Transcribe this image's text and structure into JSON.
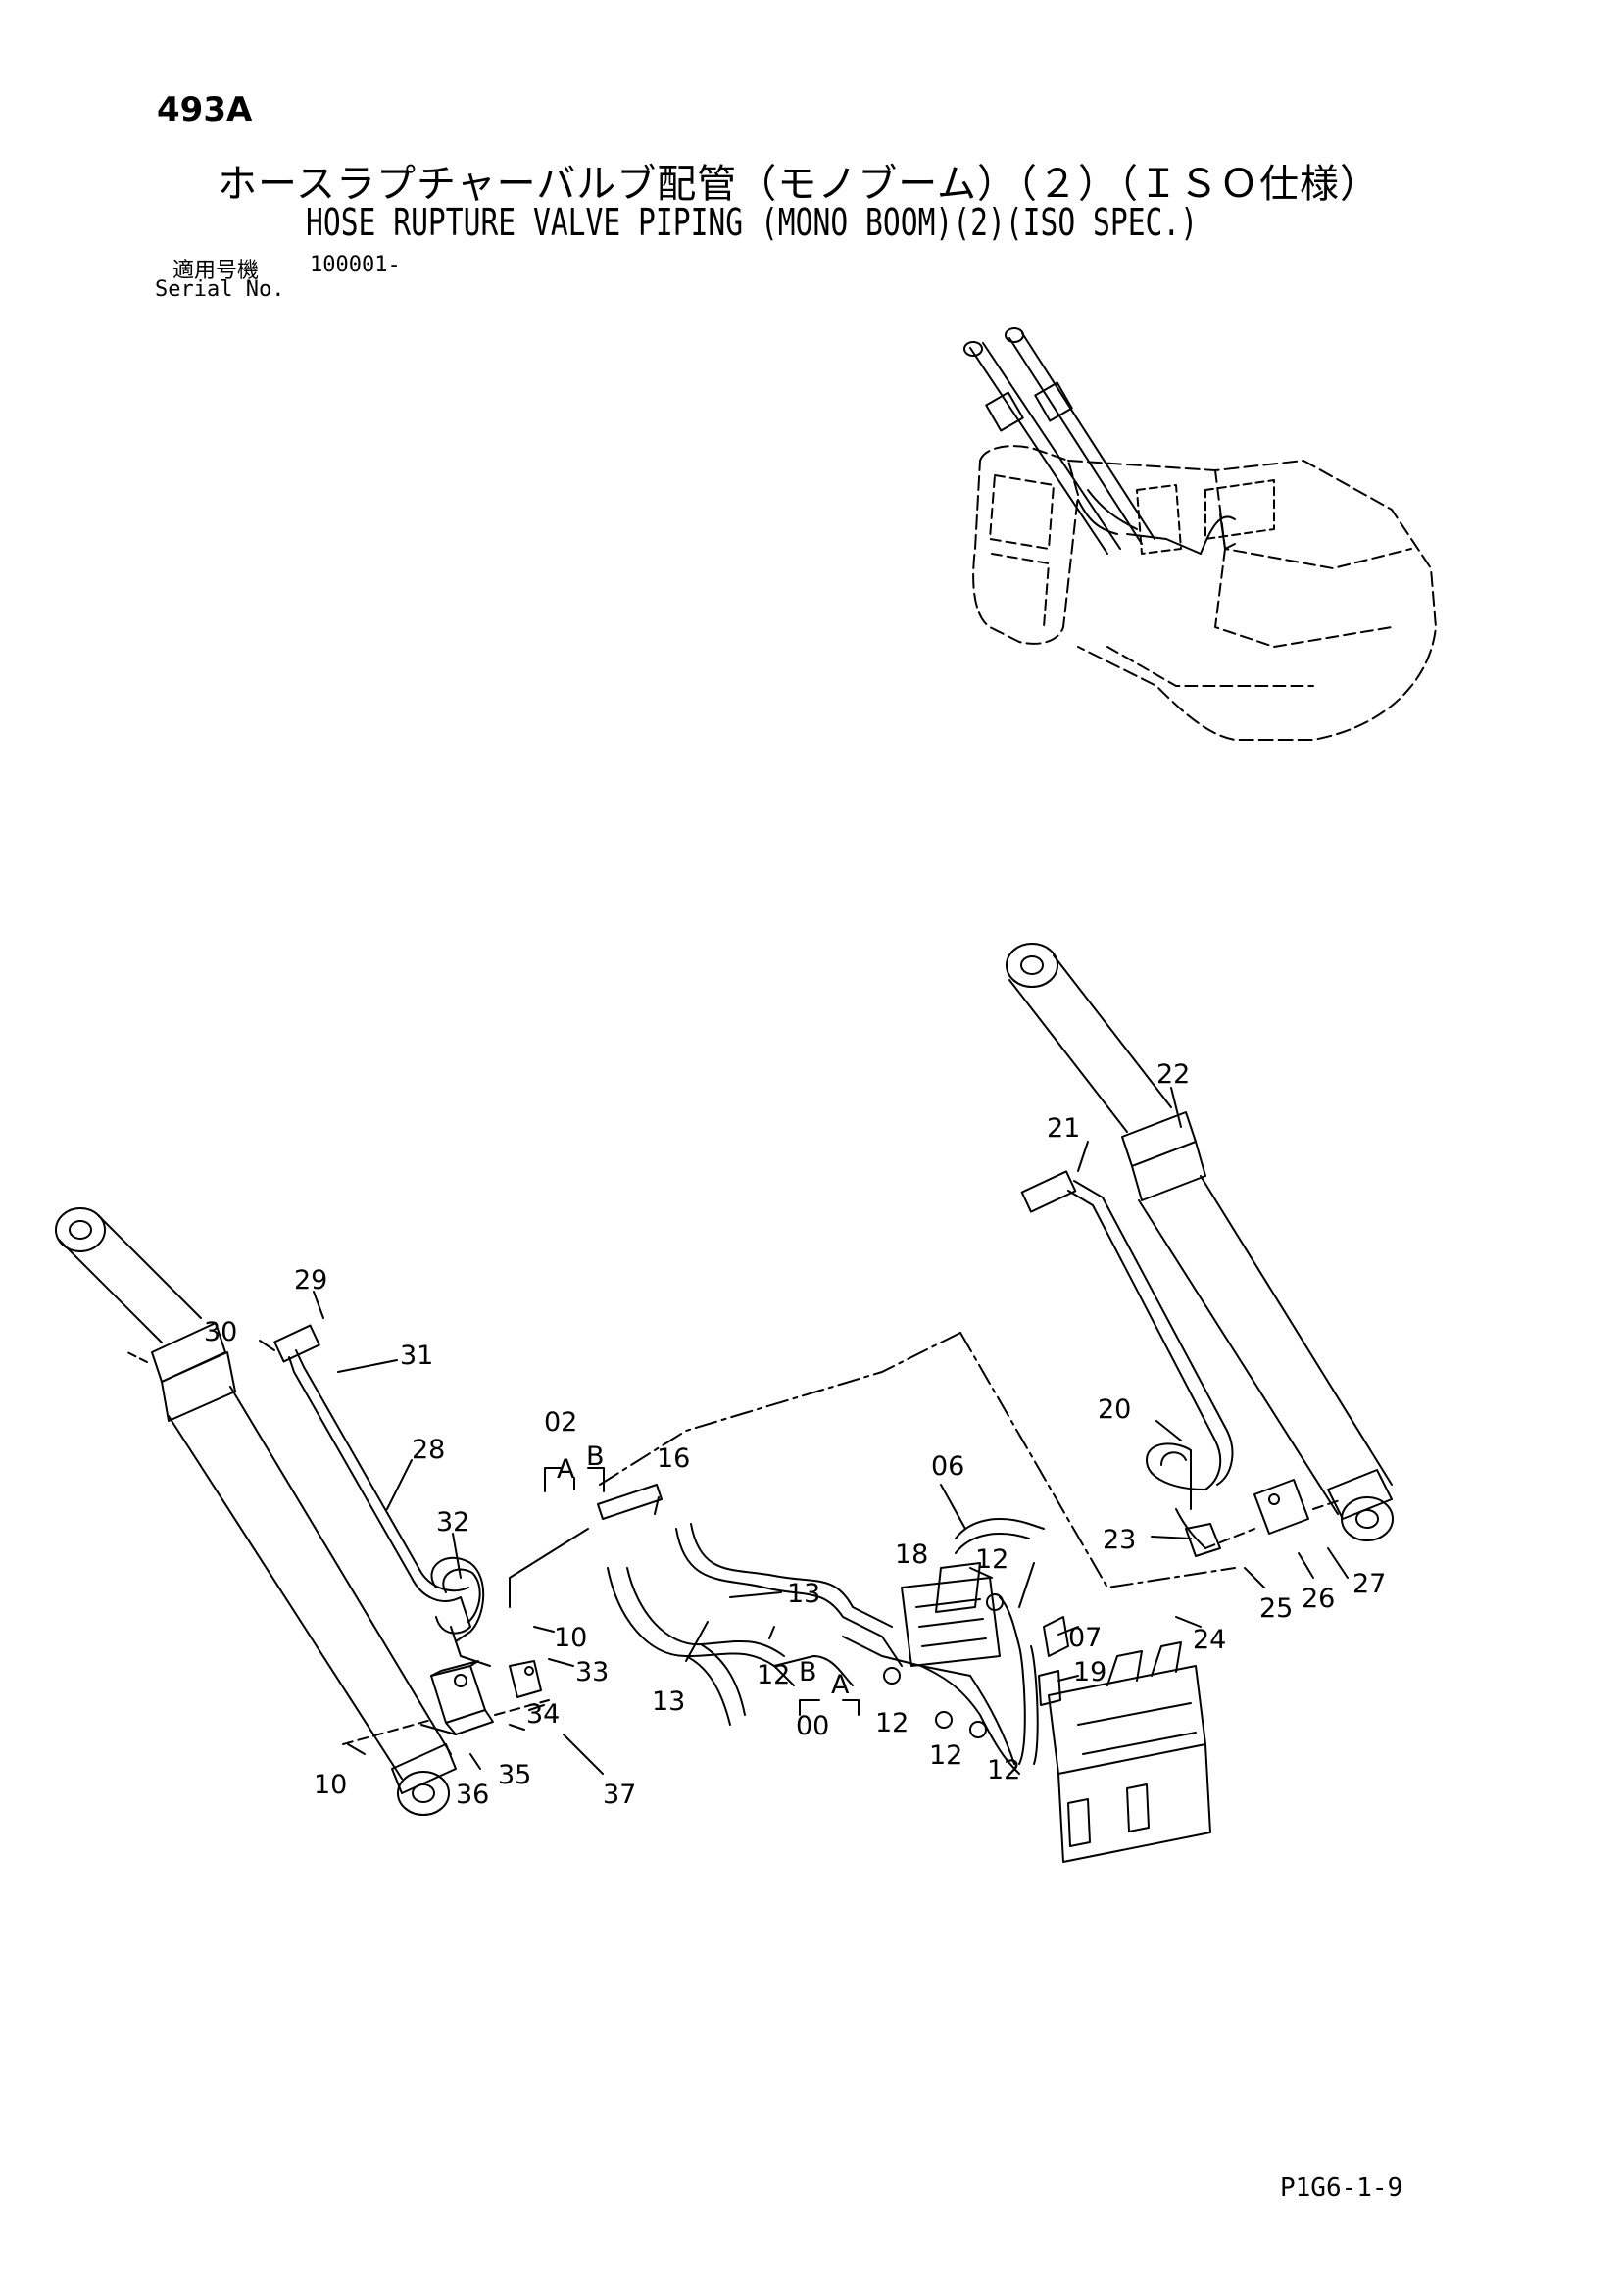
{
  "header": {
    "page_no": "493A",
    "title_jp": "ホースラプチャーバルブ配管（モノブーム）（２）（ＩＳＯ仕様）",
    "title_en": "HOSE RUPTURE VALVE PIPING (MONO BOOM)(2)(ISO SPEC.)",
    "serial_label_jp": "適用号機",
    "serial_value": "100001-",
    "serial_label_en": "Serial No."
  },
  "callouts": [
    "493A-cal",
    "29",
    "30",
    "31",
    "28",
    "32",
    "10",
    "33",
    "34",
    "35",
    "36",
    "10b",
    "37",
    "02",
    "A",
    "B",
    "16",
    "13",
    "13b",
    "12",
    "12b",
    "12c",
    "12d",
    "12e",
    "00",
    "A2",
    "B2",
    "06",
    "18",
    "07",
    "19",
    "20",
    "21",
    "22",
    "23",
    "24",
    "25",
    "26",
    "27"
  ],
  "labels": {
    "c29": "29",
    "c30": "30",
    "c31": "31",
    "c28": "28",
    "c32": "32",
    "c10a": "10",
    "c33": "33",
    "c34": "34",
    "c35": "35",
    "c36": "36",
    "c10b": "10",
    "c37": "37",
    "c02": "02",
    "cA1": "A",
    "cB1": "B",
    "c16": "16",
    "c13a": "13",
    "c13b": "13",
    "c12a": "12",
    "c12b": "12",
    "c12c": "12",
    "c12d": "12",
    "c12e": "12",
    "c00": "00",
    "cA2": "A",
    "cB2": "B",
    "c06": "06",
    "c18": "18",
    "c07": "07",
    "c19": "19",
    "c20": "20",
    "c21": "21",
    "c22": "22",
    "c23": "23",
    "c24": "24",
    "c25": "25",
    "c26": "26",
    "c27": "27"
  },
  "footer": {
    "code": "P1G6-1-9"
  }
}
